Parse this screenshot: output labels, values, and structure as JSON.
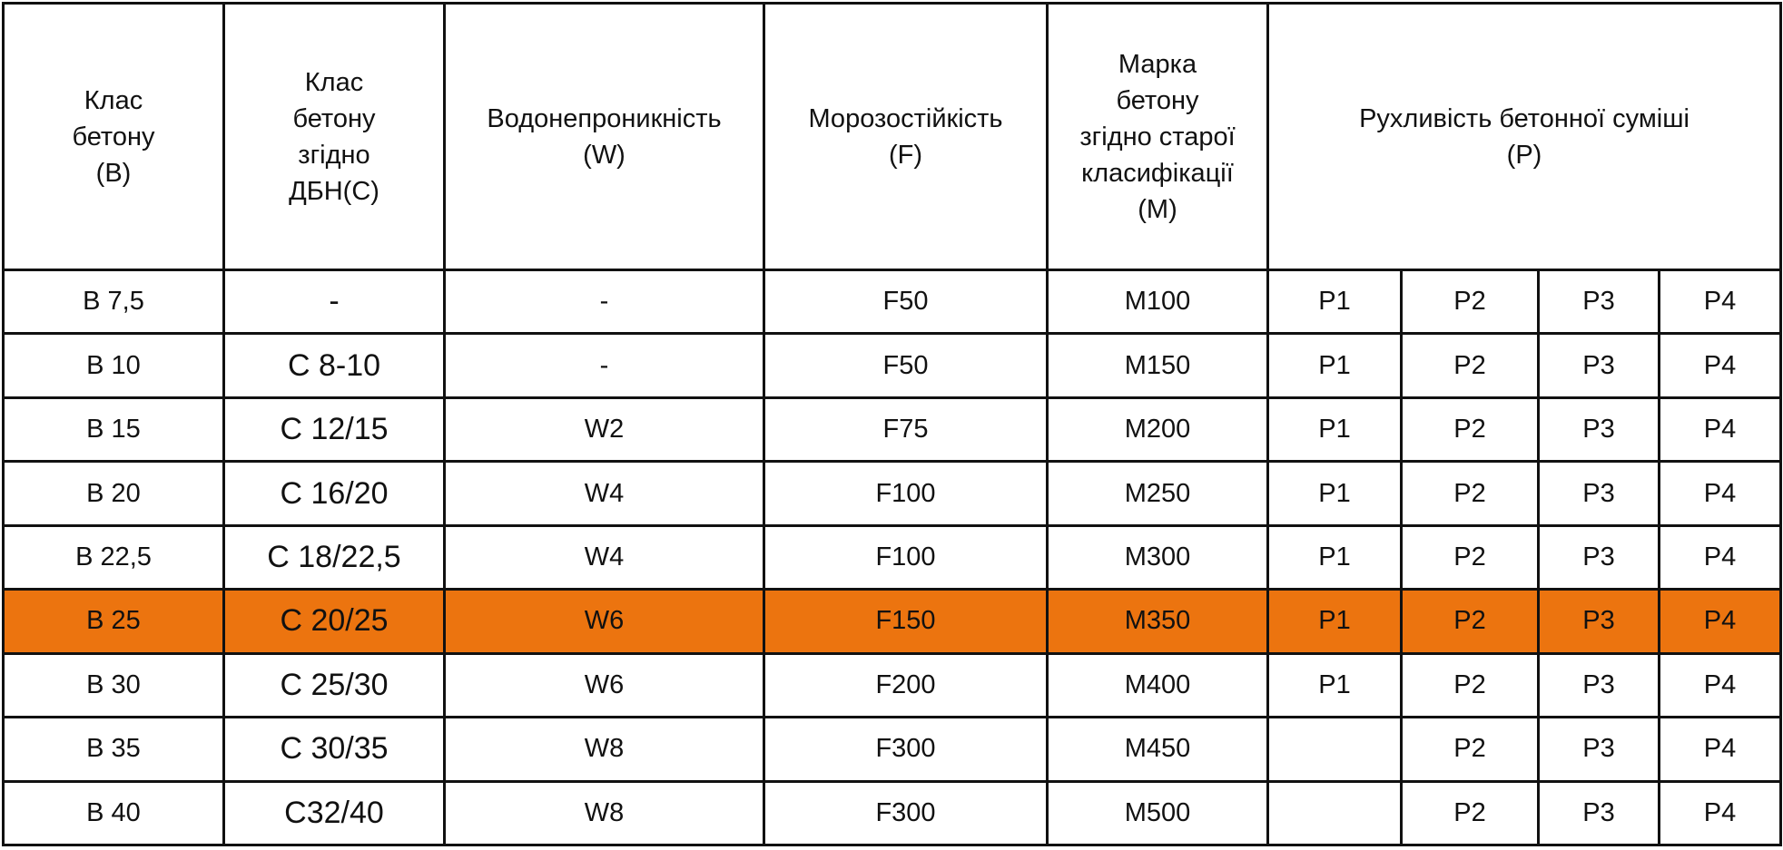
{
  "highlight_color": "#ec740f",
  "headers": [
    [
      "Клас",
      "бетону",
      "(B)"
    ],
    [
      "Клас",
      "бетону",
      "згідно",
      "ДБН(С)"
    ],
    [
      "Водонепроникність",
      "(W)"
    ],
    [
      "Морозостійкість",
      "(F)"
    ],
    [
      "Марка",
      "бетону",
      "згідно старої",
      "класифікації",
      "(М)"
    ],
    [
      "Рухливість бетонної суміші",
      "(P)"
    ]
  ],
  "rows": [
    {
      "b": "B 7,5",
      "c": "-",
      "w": "-",
      "f": "F50",
      "m": "M100",
      "p1": "P1",
      "p2": "P2",
      "p3": "P3",
      "p4": "P4"
    },
    {
      "b": "B 10",
      "c": "C 8-10",
      "w": "-",
      "f": "F50",
      "m": "M150",
      "p1": "P1",
      "p2": "P2",
      "p3": "P3",
      "p4": "P4"
    },
    {
      "b": "B 15",
      "c": "C 12/15",
      "w": "W2",
      "f": "F75",
      "m": "M200",
      "p1": "P1",
      "p2": "P2",
      "p3": "P3",
      "p4": "P4"
    },
    {
      "b": "B 20",
      "c": "C 16/20",
      "w": "W4",
      "f": "F100",
      "m": "M250",
      "p1": "P1",
      "p2": "P2",
      "p3": "P3",
      "p4": "P4"
    },
    {
      "b": "B 22,5",
      "c": "C 18/22,5",
      "w": "W4",
      "f": "F100",
      "m": "M300",
      "p1": "P1",
      "p2": "P2",
      "p3": "P3",
      "p4": "P4"
    },
    {
      "b": "B 25",
      "c": "C 20/25",
      "w": "W6",
      "f": "F150",
      "m": "M350",
      "p1": "P1",
      "p2": "P2",
      "p3": "P3",
      "p4": "P4"
    },
    {
      "b": "B 30",
      "c": "C 25/30",
      "w": "W6",
      "f": "F200",
      "m": "M400",
      "p1": "P1",
      "p2": "P2",
      "p3": "P3",
      "p4": "P4"
    },
    {
      "b": "B 35",
      "c": "C 30/35",
      "w": "W8",
      "f": "F300",
      "m": "M450",
      "p1": "",
      "p2": "P2",
      "p3": "P3",
      "p4": "P4"
    },
    {
      "b": "B 40",
      "c": "C32/40",
      "w": "W8",
      "f": "F300",
      "m": "M500",
      "p1": "",
      "p2": "P2",
      "p3": "P3",
      "p4": "P4"
    }
  ]
}
